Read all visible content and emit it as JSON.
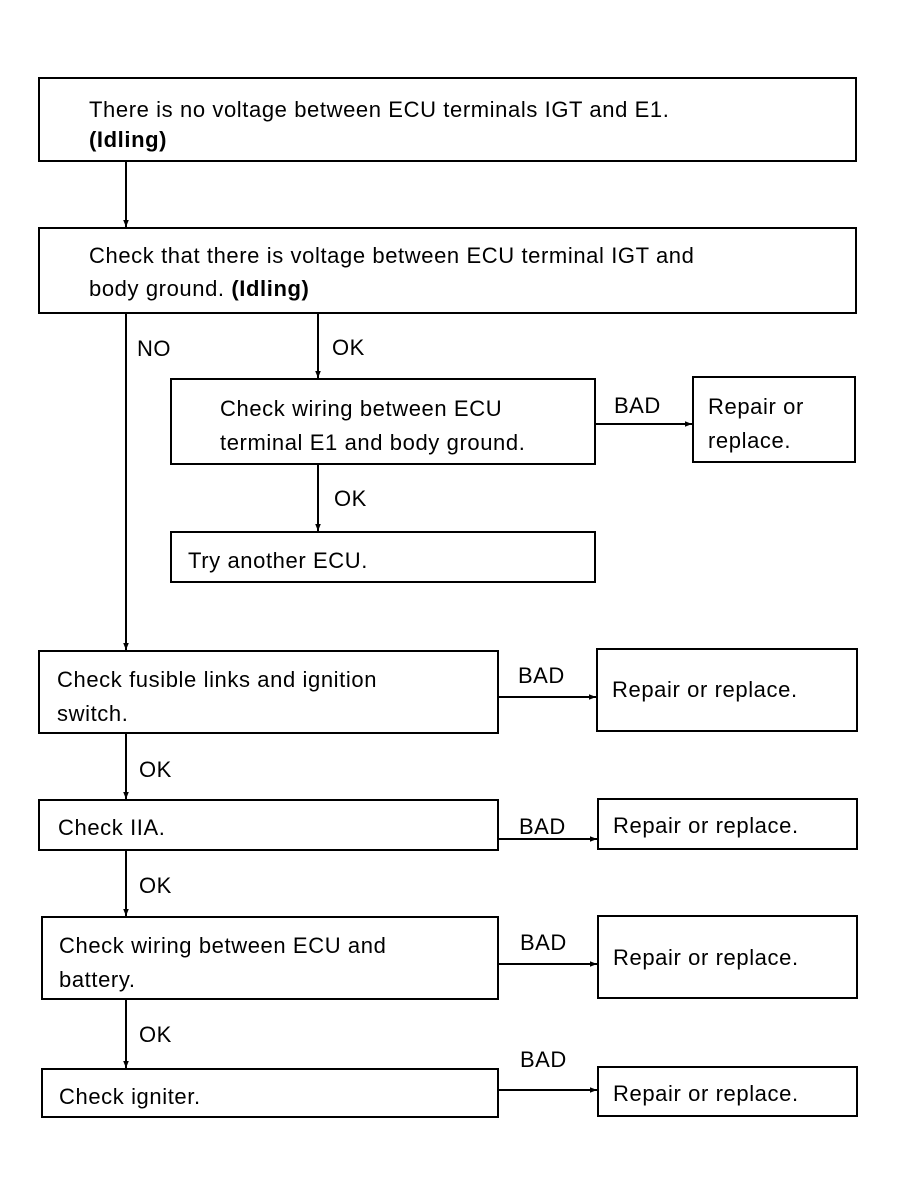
{
  "start": {
    "line1": "There is no voltage between ECU terminals IGT and E1.",
    "line2": "(Idling)"
  },
  "check_igt": {
    "line1": "Check that there is voltage between ECU terminal IGT and",
    "line2_a": "body ground. ",
    "line2_b": "(Idling)"
  },
  "check_wiring_e1": {
    "line1": "Check wiring between ECU",
    "line2": "terminal E1 and body ground."
  },
  "repair_or_replace_e1": {
    "line1": "Repair or",
    "line2": "replace."
  },
  "try_another_ecu": {
    "text": "Try another ECU."
  },
  "check_fusible": {
    "line1": "Check fusible links and ignition",
    "line2": "switch."
  },
  "check_iia": {
    "text": "Check IIA."
  },
  "check_wiring_battery": {
    "line1": "Check wiring between ECU and",
    "line2": "battery."
  },
  "check_igniter": {
    "text": "Check igniter."
  },
  "repair_text": "Repair or replace.",
  "labels": {
    "no": "NO",
    "ok": "OK",
    "bad": "BAD"
  }
}
